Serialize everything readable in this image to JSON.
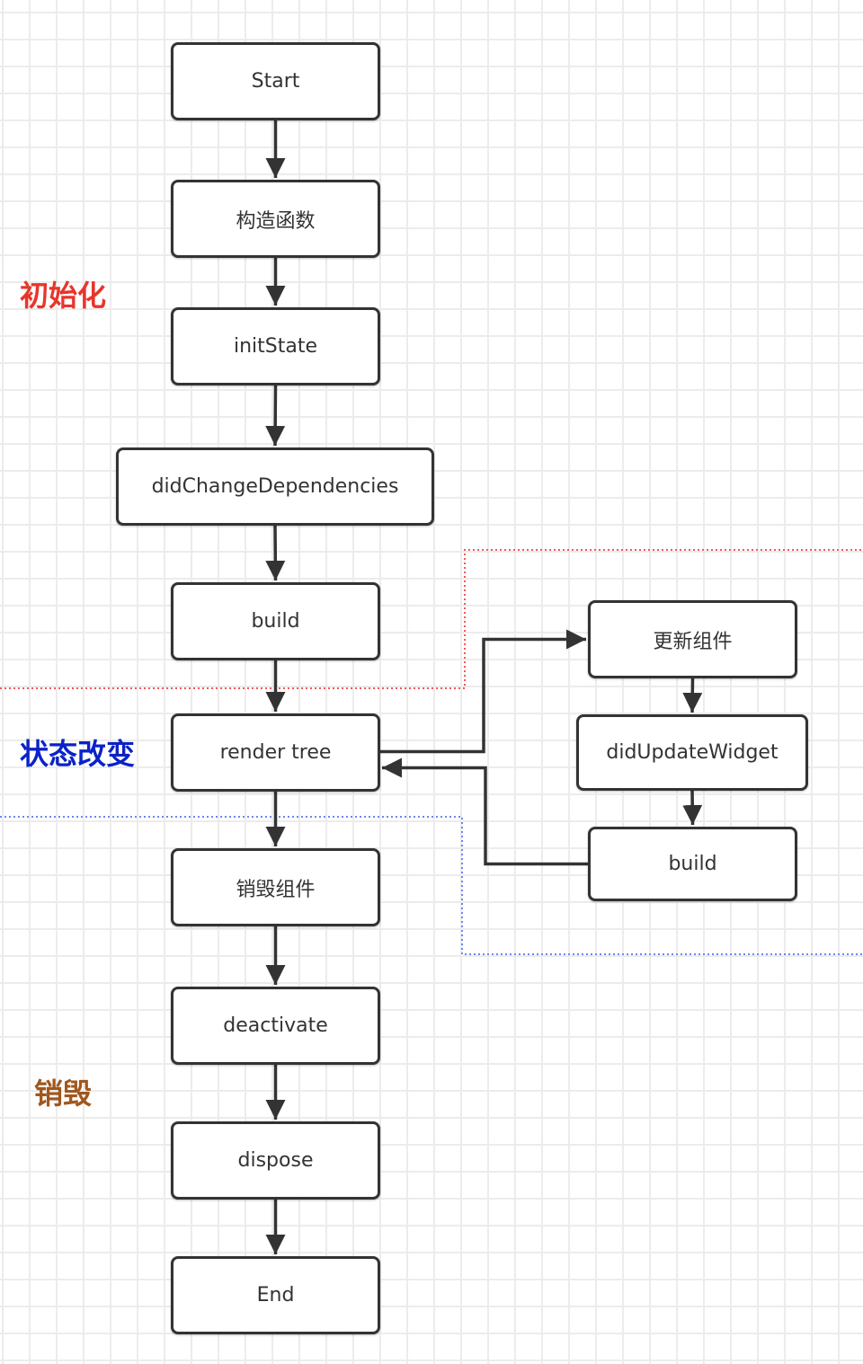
{
  "diagram": {
    "main_flow": [
      {
        "id": "start",
        "label": "Start"
      },
      {
        "id": "constructor",
        "label": "构造函数"
      },
      {
        "id": "init-state",
        "label": "initState"
      },
      {
        "id": "did-change-dependencies",
        "label": "didChangeDependencies"
      },
      {
        "id": "build",
        "label": "build"
      },
      {
        "id": "render-tree",
        "label": "render tree"
      },
      {
        "id": "destroy-widget",
        "label": "销毁组件"
      },
      {
        "id": "deactivate",
        "label": "deactivate"
      },
      {
        "id": "dispose",
        "label": "dispose"
      },
      {
        "id": "end",
        "label": "End"
      }
    ],
    "update_flow": [
      {
        "id": "update-widget",
        "label": "更新组件"
      },
      {
        "id": "did-update-widget",
        "label": "didUpdateWidget"
      },
      {
        "id": "update-build",
        "label": "build"
      }
    ],
    "edges": [
      [
        "start",
        "constructor"
      ],
      [
        "constructor",
        "init-state"
      ],
      [
        "init-state",
        "did-change-dependencies"
      ],
      [
        "did-change-dependencies",
        "build"
      ],
      [
        "build",
        "render-tree"
      ],
      [
        "render-tree",
        "destroy-widget"
      ],
      [
        "destroy-widget",
        "deactivate"
      ],
      [
        "deactivate",
        "dispose"
      ],
      [
        "dispose",
        "end"
      ],
      [
        "render-tree",
        "update-widget"
      ],
      [
        "update-widget",
        "did-update-widget"
      ],
      [
        "did-update-widget",
        "update-build"
      ],
      [
        "update-build",
        "render-tree"
      ]
    ],
    "phases": [
      {
        "id": "init",
        "label": "初始化",
        "color": "#e8352b"
      },
      {
        "id": "state-change",
        "label": "状态改变",
        "color": "#0a22c8"
      },
      {
        "id": "destroy",
        "label": "销毁",
        "color": "#a0571d"
      }
    ],
    "region_colors": {
      "init_boundary": "#f05a5a",
      "state_boundary": "#6f86f0"
    },
    "line_color": "#333333"
  }
}
